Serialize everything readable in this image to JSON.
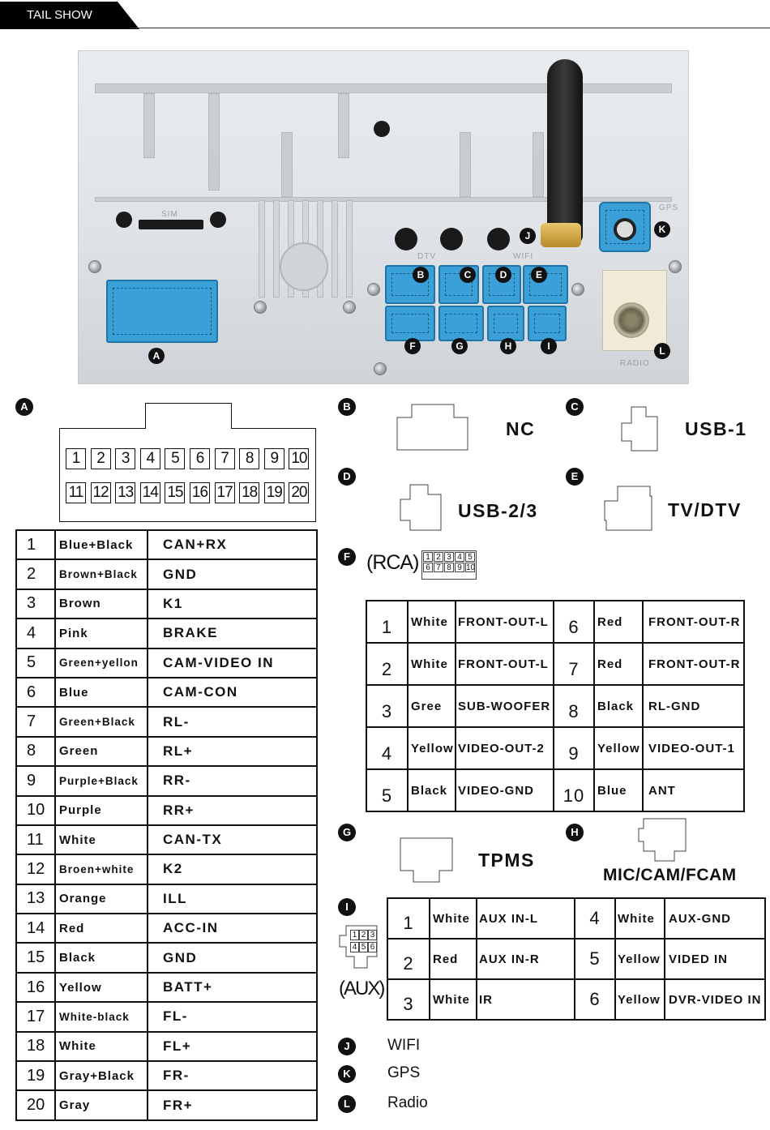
{
  "header": {
    "title": "TAIL SHOW"
  },
  "photo": {
    "labels": [
      "A",
      "B",
      "C",
      "D",
      "E",
      "F",
      "G",
      "H",
      "I",
      "J",
      "K",
      "L"
    ],
    "silk": {
      "sim": "SIM",
      "dtv": "DTV",
      "wifi": "WIFI",
      "gps": "GPS",
      "radio": "RADIO"
    }
  },
  "connector_a": {
    "marker": "A",
    "pins_top": [
      "1",
      "2",
      "3",
      "4",
      "5",
      "6",
      "7",
      "8",
      "9",
      "10"
    ],
    "pins_bottom": [
      "11",
      "12",
      "13",
      "14",
      "15",
      "16",
      "17",
      "18",
      "19",
      "20"
    ],
    "rows": [
      {
        "n": "1",
        "color": "Blue+Black",
        "func": "CAN+RX"
      },
      {
        "n": "2",
        "color": "Brown+Black",
        "func": "GND"
      },
      {
        "n": "3",
        "color": "Brown",
        "func": "K1"
      },
      {
        "n": "4",
        "color": "Pink",
        "func": "BRAKE"
      },
      {
        "n": "5",
        "color": "Green+yellon",
        "func": "CAM-VIDEO IN"
      },
      {
        "n": "6",
        "color": "Blue",
        "func": "CAM-CON"
      },
      {
        "n": "7",
        "color": "Green+Black",
        "func": "RL-"
      },
      {
        "n": "8",
        "color": "Green",
        "func": "RL+"
      },
      {
        "n": "9",
        "color": "Purple+Black",
        "func": "RR-"
      },
      {
        "n": "10",
        "color": "Purple",
        "func": "RR+"
      },
      {
        "n": "11",
        "color": "White",
        "func": "CAN-TX"
      },
      {
        "n": "12",
        "color": "Broen+white",
        "func": "K2"
      },
      {
        "n": "13",
        "color": "Orange",
        "func": "ILL"
      },
      {
        "n": "14",
        "color": "Red",
        "func": "ACC-IN"
      },
      {
        "n": "15",
        "color": "Black",
        "func": "GND"
      },
      {
        "n": "16",
        "color": "Yellow",
        "func": "BATT+"
      },
      {
        "n": "17",
        "color": "White-black",
        "func": "FL-"
      },
      {
        "n": "18",
        "color": "White",
        "func": "FL+"
      },
      {
        "n": "19",
        "color": "Gray+Black",
        "func": "FR-"
      },
      {
        "n": "20",
        "color": "Gray",
        "func": "FR+"
      }
    ]
  },
  "connectors": {
    "B": {
      "marker": "B",
      "label": "NC"
    },
    "C": {
      "marker": "C",
      "label": "USB-1"
    },
    "D": {
      "marker": "D",
      "label": "USB-2/3"
    },
    "E": {
      "marker": "E",
      "label": "TV/DTV"
    },
    "G": {
      "marker": "G",
      "label": "TPMS"
    },
    "H": {
      "marker": "H",
      "label": "MIC/CAM/FCAM"
    }
  },
  "connector_f": {
    "marker": "F",
    "title": "(RCA)",
    "mini_pins": [
      "1",
      "2",
      "3",
      "4",
      "5",
      "6",
      "7",
      "8",
      "9",
      "10"
    ],
    "rows": [
      {
        "n": "1",
        "color": "White",
        "func": "FRONT-OUT-L",
        "n2": "6",
        "color2": "Red",
        "func2": "FRONT-OUT-R"
      },
      {
        "n": "2",
        "color": "White",
        "func": "FRONT-OUT-L",
        "n2": "7",
        "color2": "Red",
        "func2": "FRONT-OUT-R"
      },
      {
        "n": "3",
        "color": "Gree",
        "func": "SUB-WOOFER",
        "n2": "8",
        "color2": "Black",
        "func2": "RL-GND"
      },
      {
        "n": "4",
        "color": "Yellow",
        "func": "VIDEO-OUT-2",
        "n2": "9",
        "color2": "Yellow",
        "func2": "VIDEO-OUT-1"
      },
      {
        "n": "5",
        "color": "Black",
        "func": "VIDEO-GND",
        "n2": "10",
        "color2": "Blue",
        "func2": "ANT"
      }
    ]
  },
  "connector_i": {
    "marker": "I",
    "title": "(AUX)",
    "mini_pins": [
      "1",
      "2",
      "3",
      "4",
      "5",
      "6"
    ],
    "rows": [
      {
        "n": "1",
        "color": "White",
        "func": "AUX IN-L",
        "n2": "4",
        "color2": "White",
        "func2": "AUX-GND"
      },
      {
        "n": "2",
        "color": "Red",
        "func": "AUX IN-R",
        "n2": "5",
        "color2": "Yellow",
        "func2": "VIDED IN"
      },
      {
        "n": "3",
        "color": "White",
        "func": "IR",
        "n2": "6",
        "color2": "Yellow",
        "func2": "DVR-VIDEO IN"
      }
    ]
  },
  "legend": [
    {
      "marker": "J",
      "label": "WIFI"
    },
    {
      "marker": "K",
      "label": "GPS"
    },
    {
      "marker": "L",
      "label": "Radio"
    }
  ]
}
